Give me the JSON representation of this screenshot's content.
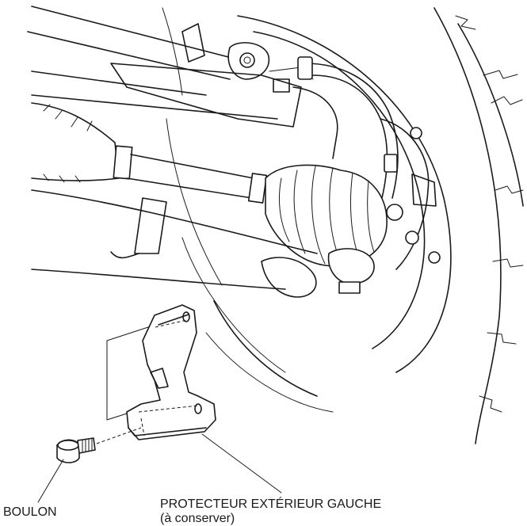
{
  "labels": {
    "bolt": "BOULON",
    "guard_line1": "PROTECTEUR EXTÉRIEUR GAUCHE",
    "guard_line2": "(à conserver)"
  },
  "colors": {
    "ink": "#1a1a1a",
    "background": "#ffffff"
  }
}
